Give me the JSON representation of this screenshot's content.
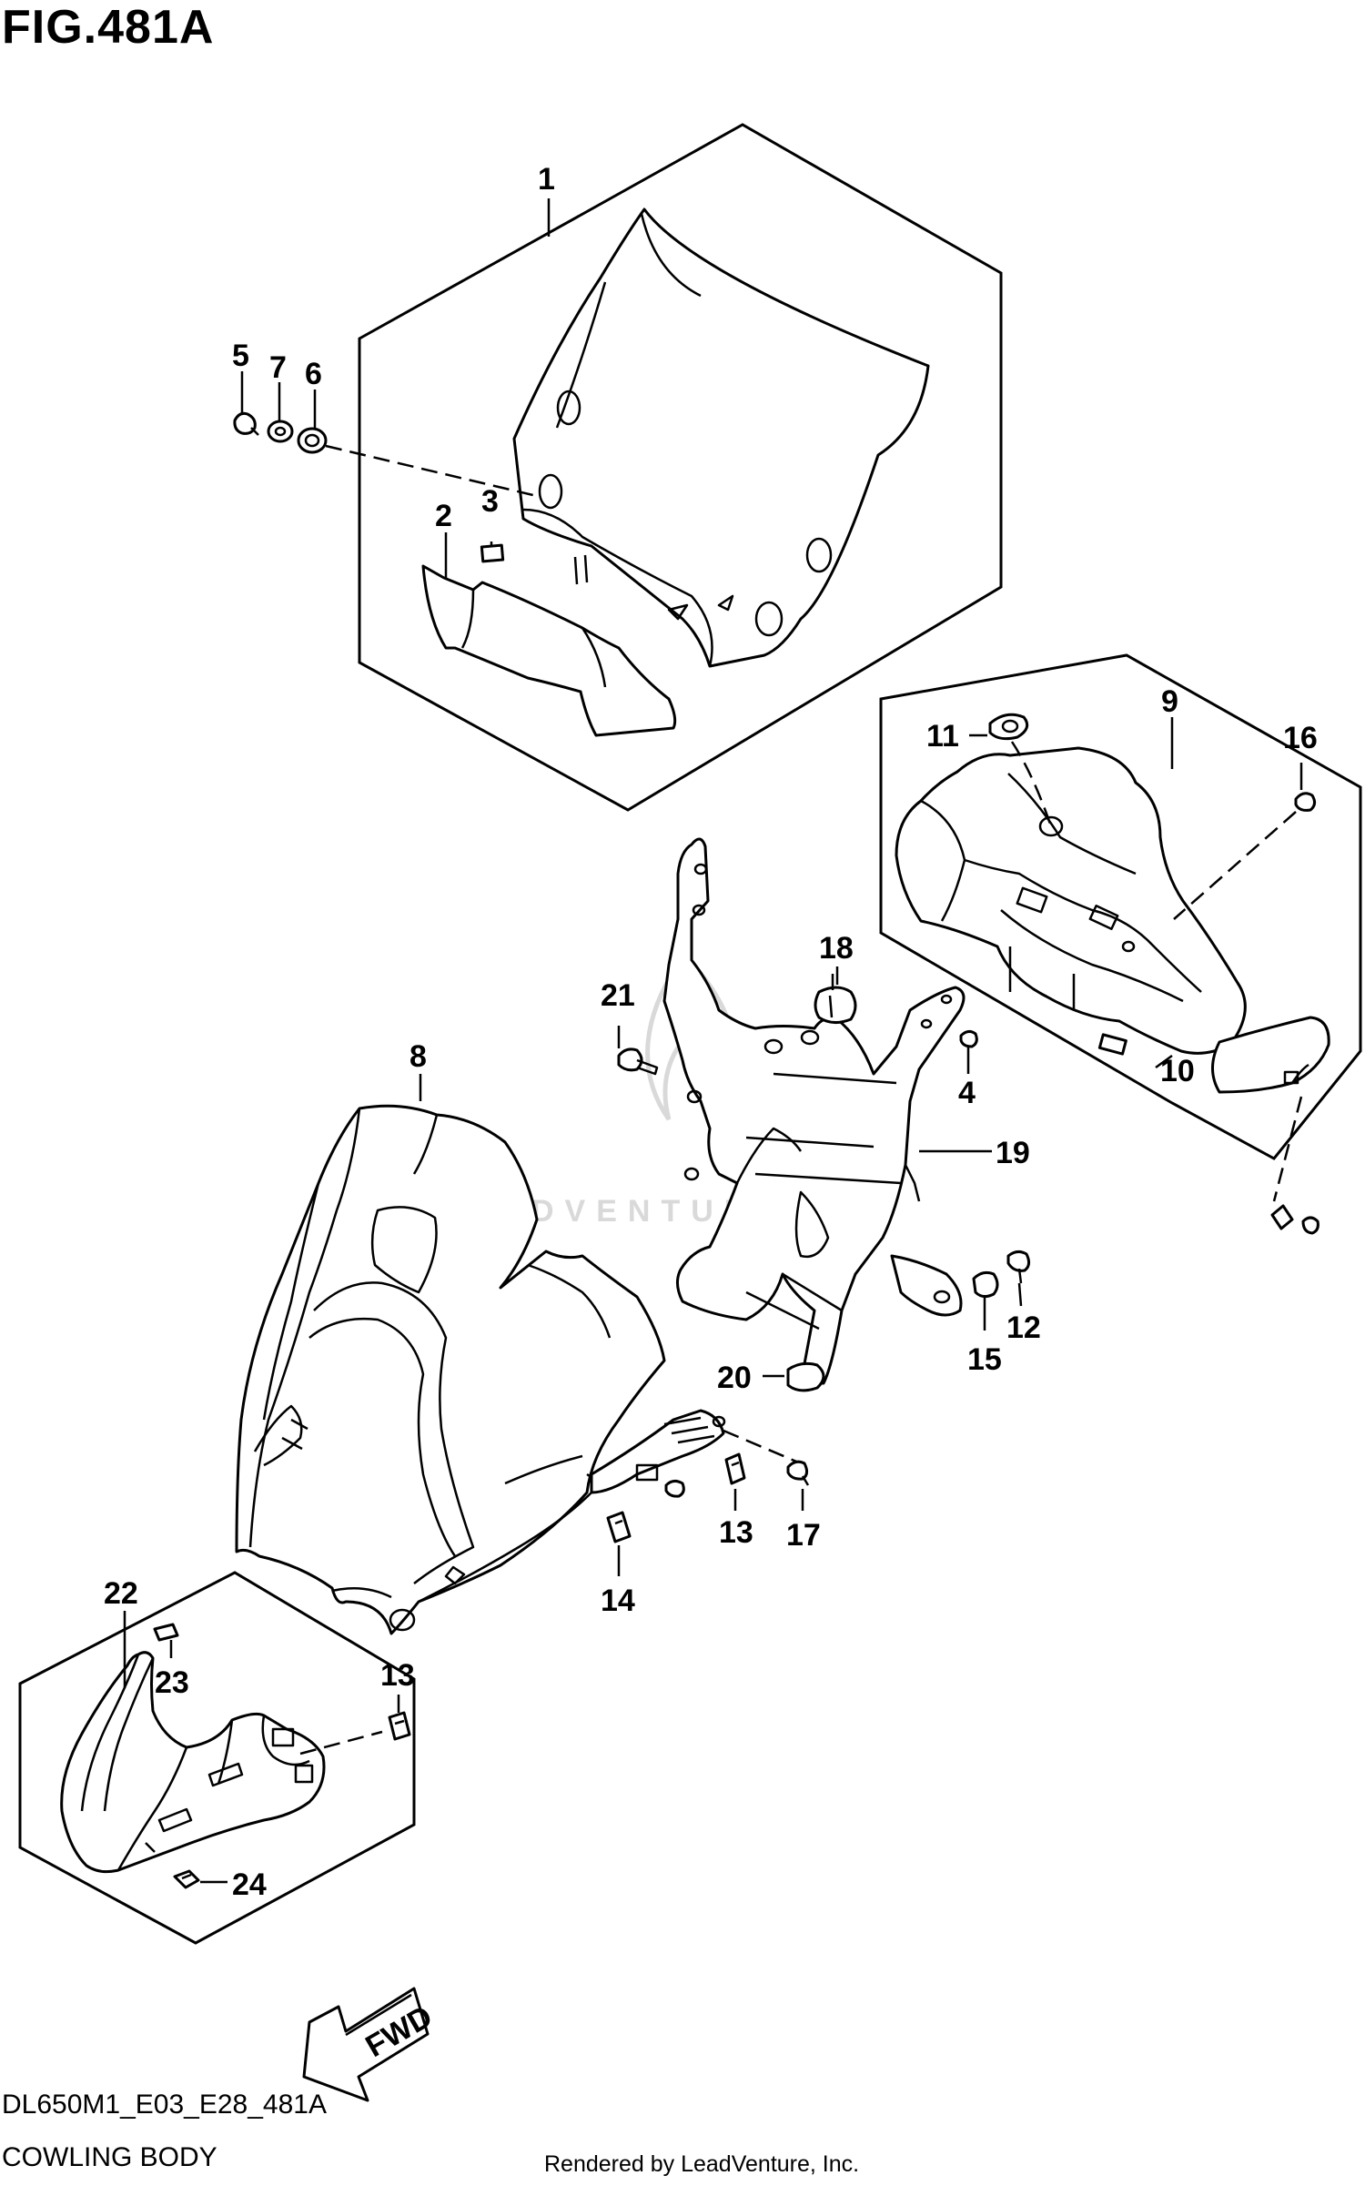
{
  "figure": {
    "title": "FIG.481A",
    "model_code": "DL650M1_E03_E28_481A",
    "section_name": "COWLING BODY",
    "render_credit": "Rendered by LeadVenture, Inc."
  },
  "watermark": {
    "text": "LEADVENTURE"
  },
  "direction_arrow": {
    "label": "FWD"
  },
  "callouts": [
    "1",
    "2",
    "3",
    "4",
    "5",
    "6",
    "7",
    "8",
    "9",
    "10",
    "11",
    "12",
    "13",
    "13",
    "14",
    "15",
    "16",
    "17",
    "18",
    "19",
    "20",
    "21",
    "22",
    "23",
    "24"
  ]
}
